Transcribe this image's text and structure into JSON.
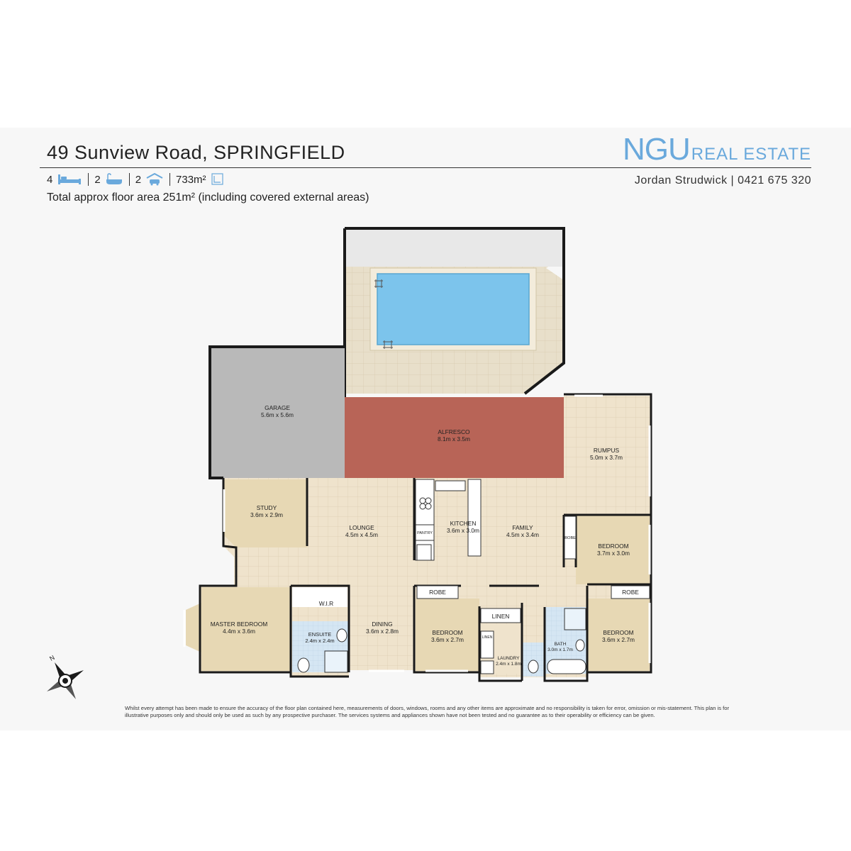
{
  "header": {
    "address": "49 Sunview Road, SPRINGFIELD",
    "brand_main": "NGU",
    "brand_sub": "REAL ESTATE",
    "agent": "Jordan Strudwick | 0421 675 320"
  },
  "stats": {
    "bedrooms": "4",
    "bathrooms": "2",
    "cars": "2",
    "land": "733m²",
    "floor_area_note": "Total approx floor area 251m² (including covered external areas)"
  },
  "rooms": {
    "garage": {
      "name": "GARAGE",
      "size": "5.6m x 5.6m"
    },
    "alfresco": {
      "name": "ALFRESCO",
      "size": "8.1m x 3.5m"
    },
    "rumpus": {
      "name": "RUMPUS",
      "size": "5.0m x 3.7m"
    },
    "study": {
      "name": "STUDY",
      "size": "3.6m x 2.9m"
    },
    "lounge": {
      "name": "LOUNGE",
      "size": "4.5m x 4.5m"
    },
    "kitchen": {
      "name": "KITCHEN",
      "size": "3.6m x 3.0m"
    },
    "family": {
      "name": "FAMILY",
      "size": "4.5m x 3.4m"
    },
    "bedroom_e": {
      "name": "BEDROOM",
      "size": "3.7m x 3.0m"
    },
    "master": {
      "name": "MASTER BEDROOM",
      "size": "4.4m x 3.6m"
    },
    "ensuite": {
      "name": "ENSUITE",
      "size": "2.4m x 2.4m"
    },
    "dining": {
      "name": "DINING",
      "size": "3.6m x 2.8m"
    },
    "bedroom_c": {
      "name": "BEDROOM",
      "size": "3.6m x 2.7m"
    },
    "laundry": {
      "name": "LAUNDRY",
      "size": "2.4m x 1.8m"
    },
    "bath": {
      "name": "BATH",
      "size": "3.0m x 1.7m"
    },
    "bedroom_se": {
      "name": "BEDROOM",
      "size": "3.6m x 2.7m"
    }
  },
  "small_labels": {
    "wir": "W.I.R",
    "robe": "ROBE",
    "robe_side": "ROBE",
    "linen": "LINEN",
    "linen_small": "LINEN",
    "pantry": "PANTRY"
  },
  "colors": {
    "brand": "#6aa9dc",
    "interior": "#efe3cc",
    "bedroom": "#e7d8b4",
    "garage": "#b9b9b9",
    "alfresco": "#b86457",
    "pool": "#7cc4ec",
    "pool_deck": "#e8dfca",
    "bathroom": "#d5e6f3"
  },
  "disclaimer": "Whilst every attempt has been made to ensure the accuracy of the floor plan contained here, measurements of doors, windows, rooms and any other items are approximate and no responsibility is taken for error, omission or mis-statement. This plan is for illustrative purposes only and should only be used as such by any prospective purchaser. The services systems and appliances shown have not been tested and no guarantee as to their operability or efficiency can be given."
}
